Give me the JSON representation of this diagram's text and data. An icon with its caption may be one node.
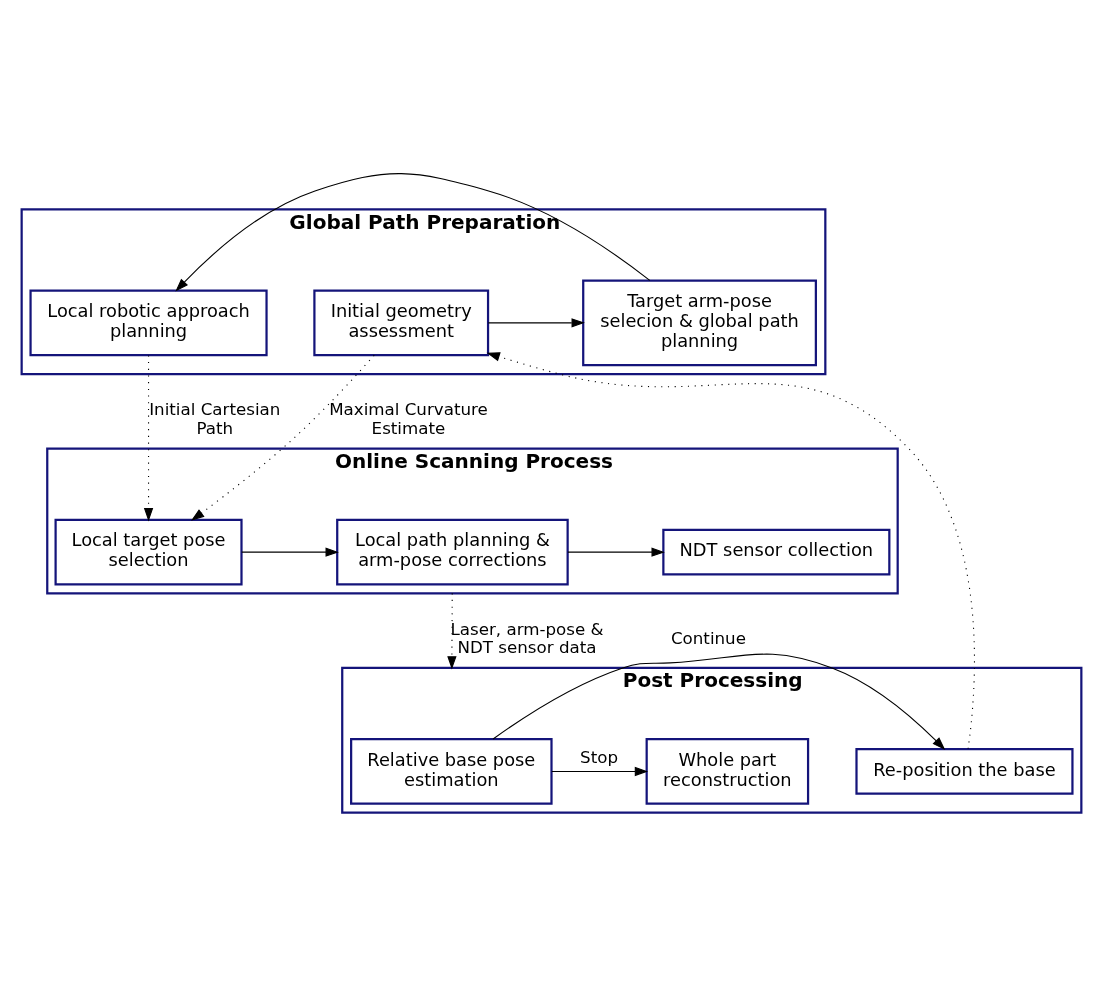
{
  "diagram": {
    "nodes": [
      {
        "text": [
          "Global Path Preparation"
        ]
      },
      {
        "text": [
          "Initial geometry assessment"
        ],
        "in": 0
      },
      {
        "text": [
          "Target arm-pose selecion & global path planning"
        ],
        "in": 0
      },
      {
        "text": [
          "Local robotic approach planning"
        ],
        "in": 0
      },
      {
        "text": [
          "Online Scanning Process"
        ]
      },
      {
        "text": [
          "Local target pose selection"
        ],
        "in": 4
      },
      {
        "text": [
          "Local path planning & arm-pose corrections"
        ],
        "in": 4
      },
      {
        "text": [
          "NDT sensor collection"
        ],
        "in": 4
      },
      {
        "text": [
          "Post Processing"
        ]
      },
      {
        "text": [
          "Re-position the base"
        ],
        "in": 8
      },
      {
        "text": [
          "Relative base pose estimation"
        ],
        "in": 8
      },
      {
        "text": [
          "Whole part reconstruction"
        ],
        "in": 8
      }
    ],
    "edges": [
      {
        "from": 1,
        "to": 2,
        "arrow": "to"
      },
      {
        "from": 2,
        "to": 3,
        "arrow": "to"
      },
      {
        "from": 1,
        "to": 5,
        "arrow": "to",
        "style": "dashed",
        "label": "Maximal Curvature Estimate"
      },
      {
        "from": 3,
        "to": 5,
        "arrow": "to",
        "style": "dashed",
        "label": "Initial Cartesian Path"
      },
      {
        "from": 5,
        "to": 6,
        "arrow": "to"
      },
      {
        "from": 6,
        "to": 7,
        "arrow": "to"
      },
      {
        "from": 4,
        "to": 8,
        "arrow": "to",
        "style": "dashed",
        "label": "Laser, arm-pose & NDT sensor data"
      },
      {
        "from": 10,
        "to": 9,
        "arrow": "to",
        "label": "Continue"
      },
      {
        "from": 10,
        "to": 11,
        "arrow": "to",
        "label": "Stop"
      },
      {
        "from": 9,
        "to": 1,
        "arrow": "to",
        "style": "dashed"
      }
    ]
  }
}
